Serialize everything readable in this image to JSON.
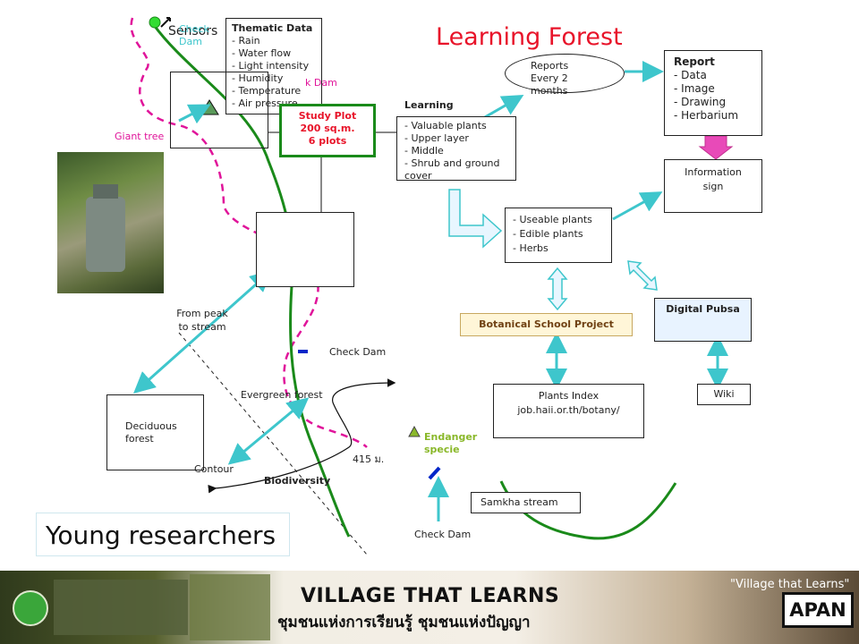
{
  "title": "Learning Forest",
  "sensors_label": "Sensors",
  "check_dam_top_label": "Check Dam",
  "check_dam_partial_label": "k Dam",
  "thematic": {
    "heading": "Thematic Data",
    "items": [
      "Rain",
      "Water flow",
      "Light intensity",
      "Humidity",
      "Temperature",
      "Air pressure"
    ]
  },
  "giant_tree_label": "Giant tree",
  "study_plot": {
    "line1": "Study Plot",
    "line2": "200 sq.m.",
    "line3": "6 plots"
  },
  "reports_ellipse": {
    "line1": "Reports",
    "line2": "Every 2",
    "line3": "months"
  },
  "report_box": {
    "heading": "Report",
    "items": [
      "Data",
      "Image",
      "Drawing",
      "Herbarium"
    ]
  },
  "learning": {
    "heading": "Learning",
    "items": [
      "Valuable plants",
      "Upper layer",
      "Middle",
      "Shrub and ground cover"
    ]
  },
  "information_sign": {
    "line1": "Information",
    "line2": "sign"
  },
  "useable_plants": {
    "items": [
      "Useable plants",
      "Edible plants",
      "Herbs"
    ]
  },
  "digital_pubsa": "Digital Pubsa",
  "botanical_school": "Botanical School Project",
  "from_peak": {
    "line1": "From peak",
    "line2": "to stream"
  },
  "check_dam_middle": "Check Dam",
  "plants_index": {
    "line1": "Plants Index",
    "line2": "job.haii.or.th/botany/"
  },
  "wiki": "Wiki",
  "evergreen_forest": "Evergreen forest",
  "deciduous_forest": {
    "line1": "Deciduous",
    "line2": "forest"
  },
  "endanger": {
    "line1": "Endanger",
    "line2": "specie"
  },
  "elevation": "415 ม.",
  "contour": "Contour",
  "biodiversity": "Biodiversity",
  "samkha_stream": "Samkha stream",
  "check_dam_bottom": "Check Dam",
  "young_researchers": "Young researchers",
  "banner": {
    "title": "VILLAGE THAT LEARNS",
    "subtitle": "ชุมชนแห่งการเรียนรู้ ชุมชนแห่งปัญญา",
    "quote": "\"Village that Learns\"",
    "logo": "APAN"
  },
  "colors": {
    "title_red": "#e8142a",
    "stream_green": "#1a8a1a",
    "trail_magenta": "#e0149a",
    "arrow_cyan": "#3ec6cc",
    "pink_arrow": "#e84ab8",
    "highlight_yellow": "#fff6d8",
    "pale_blue": "#e8f3ff"
  }
}
